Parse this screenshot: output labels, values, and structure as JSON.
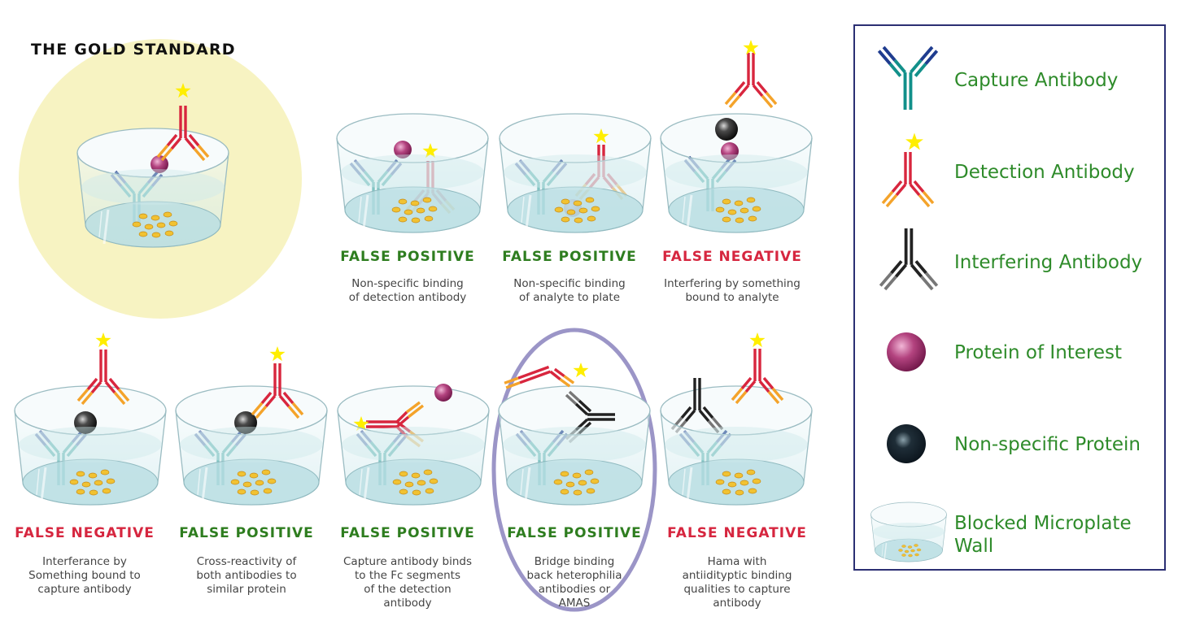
{
  "title": "THE GOLD STANDARD",
  "panels": [
    {
      "status": "FALSE POSITIVE",
      "kind": "positive",
      "description": "Non-specific binding\nof detection antibody"
    },
    {
      "status": "FALSE POSITIVE",
      "kind": "positive",
      "description": "Non-specific binding\nof analyte to plate"
    },
    {
      "status": "FALSE NEGATIVE",
      "kind": "negative",
      "description": "Interfering by something\nbound to analyte"
    },
    {
      "status": "FALSE NEGATIVE",
      "kind": "negative",
      "description": "Interferance by\nSomething bound to\ncapture antibody"
    },
    {
      "status": "FALSE POSITIVE",
      "kind": "positive",
      "description": "Cross-reactivity of\nboth antibodies to\nsimilar protein"
    },
    {
      "status": "FALSE POSITIVE",
      "kind": "positive",
      "description": "Capture antibody binds\nto the Fc segments\nof the detection\nantibody"
    },
    {
      "status": "FALSE POSITIVE",
      "kind": "positive",
      "description": "Bridge binding\nback heterophilia\nantibodies or\nAMAS"
    },
    {
      "status": "FALSE NEGATIVE",
      "kind": "negative",
      "description": "Hama with\nantiidityptic binding\nqualities to capture\nantibody"
    }
  ],
  "legend": [
    {
      "label": "Capture Antibody",
      "icon": "capture-antibody-icon"
    },
    {
      "label": "Detection Antibody",
      "icon": "detection-antibody-icon"
    },
    {
      "label": "Interfering Antibody",
      "icon": "interfering-antibody-icon"
    },
    {
      "label": "Protein of Interest",
      "icon": "protein-of-interest-icon"
    },
    {
      "label": "Non-specific Protein",
      "icon": "non-specific-protein-icon"
    },
    {
      "label": "Blocked Microplate\nWall",
      "icon": "blocked-microplate-wall-icon"
    }
  ],
  "colors": {
    "capture": "#12908a",
    "capture_tip": "#1f3c8f",
    "detection": "#d8263e",
    "detection_tip": "#f4a32a",
    "interfering": "#222222",
    "interfering_tip": "#777777",
    "protein": "#a3306f",
    "nonspecific": "#1a1a1a",
    "star": "#ffee00",
    "highlight": "#f7f3c2",
    "ring": "#9b95c7",
    "legend_border": "#2b2f73",
    "label_positive": "#2e7d1f",
    "label_negative": "#d6263f",
    "legend_text": "#2e8b2a"
  }
}
